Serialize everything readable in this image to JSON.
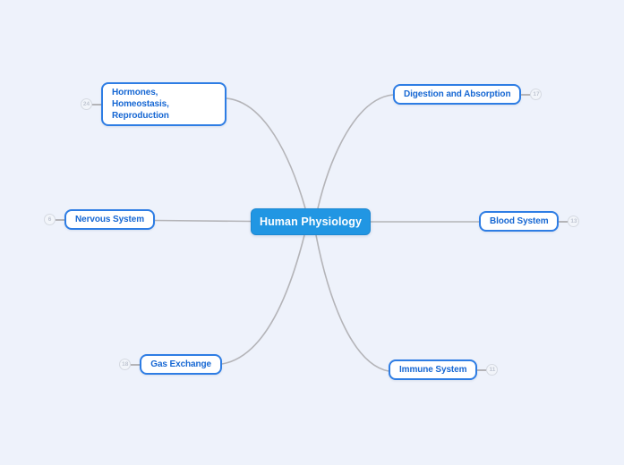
{
  "colors": {
    "background": "#eef2fb",
    "root_fill": "#2196e3",
    "root_text": "#ffffff",
    "node_border": "#2e7de4",
    "node_fill": "#ffffff",
    "node_text": "#1667d3",
    "connector": "#b4b4b8",
    "badge_border": "#d5d9e1",
    "badge_fill": "#f2f5fa",
    "badge_text": "#c0c6d2"
  },
  "root": {
    "label": "Human Physiology"
  },
  "branches": [
    {
      "id": "hormones",
      "label": "Hormones, Homeostasis,\nReproduction",
      "badge": "24",
      "side": "left"
    },
    {
      "id": "digestion",
      "label": "Digestion and Absorption",
      "badge": "17",
      "side": "right"
    },
    {
      "id": "nervous",
      "label": "Nervous System",
      "badge": "6",
      "side": "left"
    },
    {
      "id": "blood",
      "label": "Blood System",
      "badge": "13",
      "side": "right"
    },
    {
      "id": "gas",
      "label": "Gas Exchange",
      "badge": "18",
      "side": "left"
    },
    {
      "id": "immune",
      "label": "Immune System",
      "badge": "11",
      "side": "right"
    }
  ]
}
